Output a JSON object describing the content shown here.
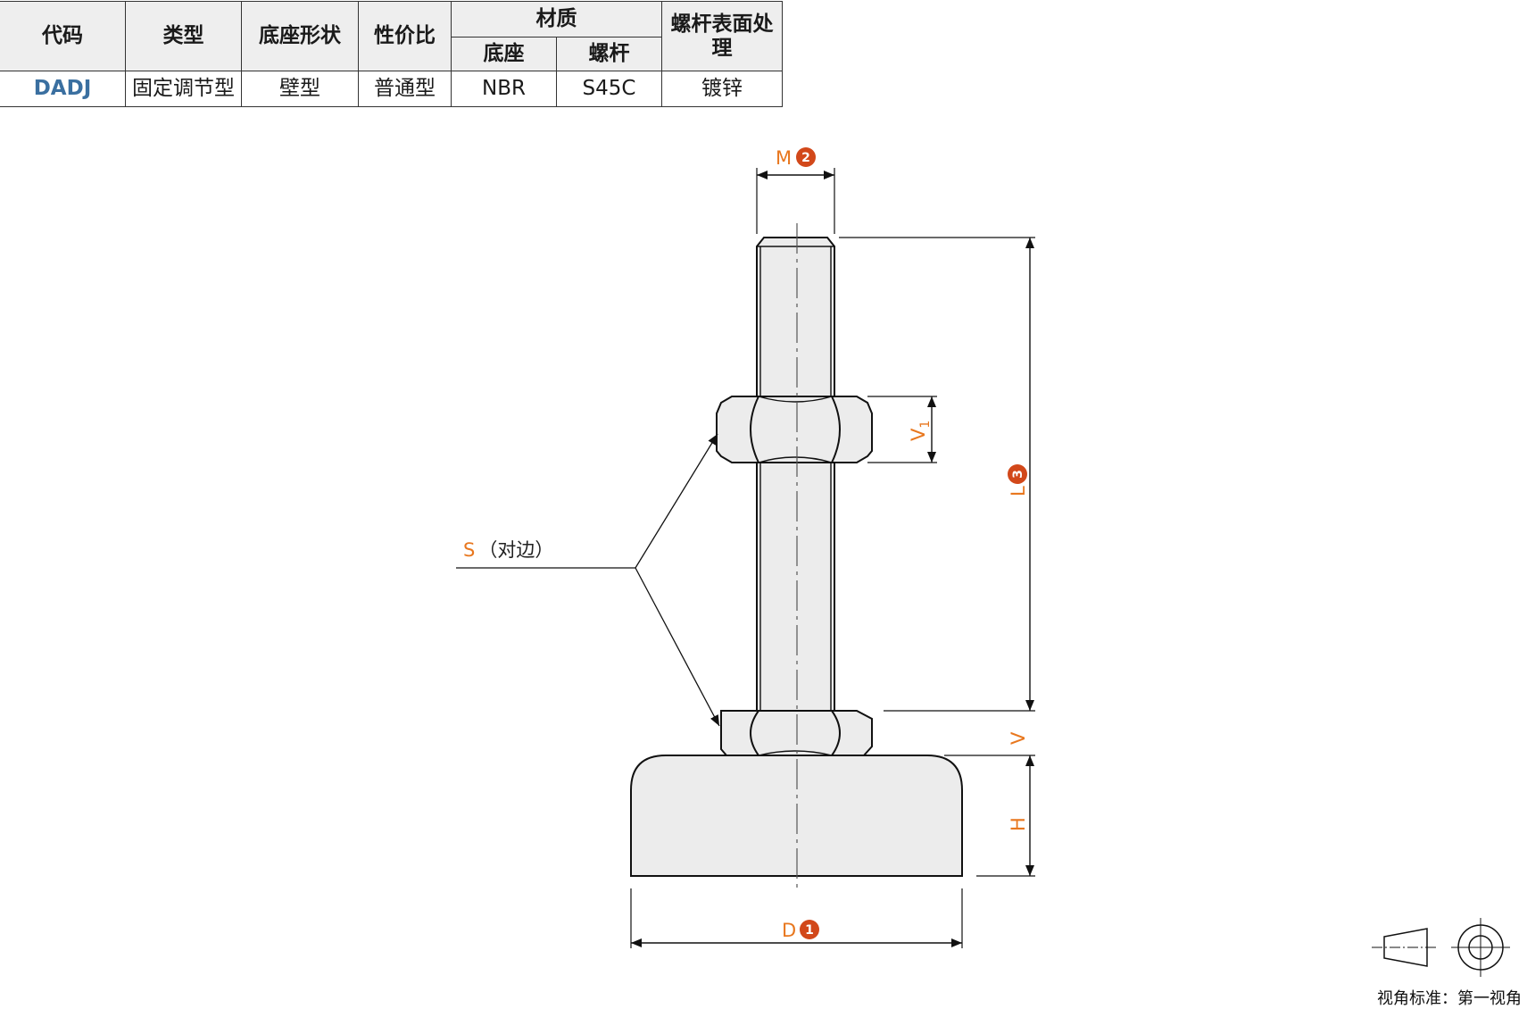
{
  "colors": {
    "dimension": "#e8771e",
    "badge": "#d2481a",
    "code": "#3a6fa0",
    "header_bg": "#eeeeee",
    "part_fill": "#ececec"
  },
  "table": {
    "headers": {
      "code": "代码",
      "type": "类型",
      "base_shape": "底座形状",
      "value": "性价比",
      "material": "材质",
      "material_base": "底座",
      "material_screw": "螺杆",
      "surface": "螺杆表面处理"
    },
    "row": {
      "code": "DADJ",
      "type": "固定调节型",
      "base_shape": "壁型",
      "value": "普通型",
      "material_base": "NBR",
      "material_screw": "S45C",
      "surface": "镀锌"
    }
  },
  "dimensions": {
    "M": {
      "letter": "M",
      "badge": "2"
    },
    "L": {
      "letter": "L",
      "badge": "3"
    },
    "D": {
      "letter": "D",
      "badge": "1"
    },
    "V1": {
      "letter": "V",
      "sub": "1"
    },
    "V": {
      "letter": "V"
    },
    "H": {
      "letter": "H"
    },
    "S": {
      "letter": "S",
      "note": "（对边）"
    }
  },
  "view_standard": "视角标准：第一视角"
}
